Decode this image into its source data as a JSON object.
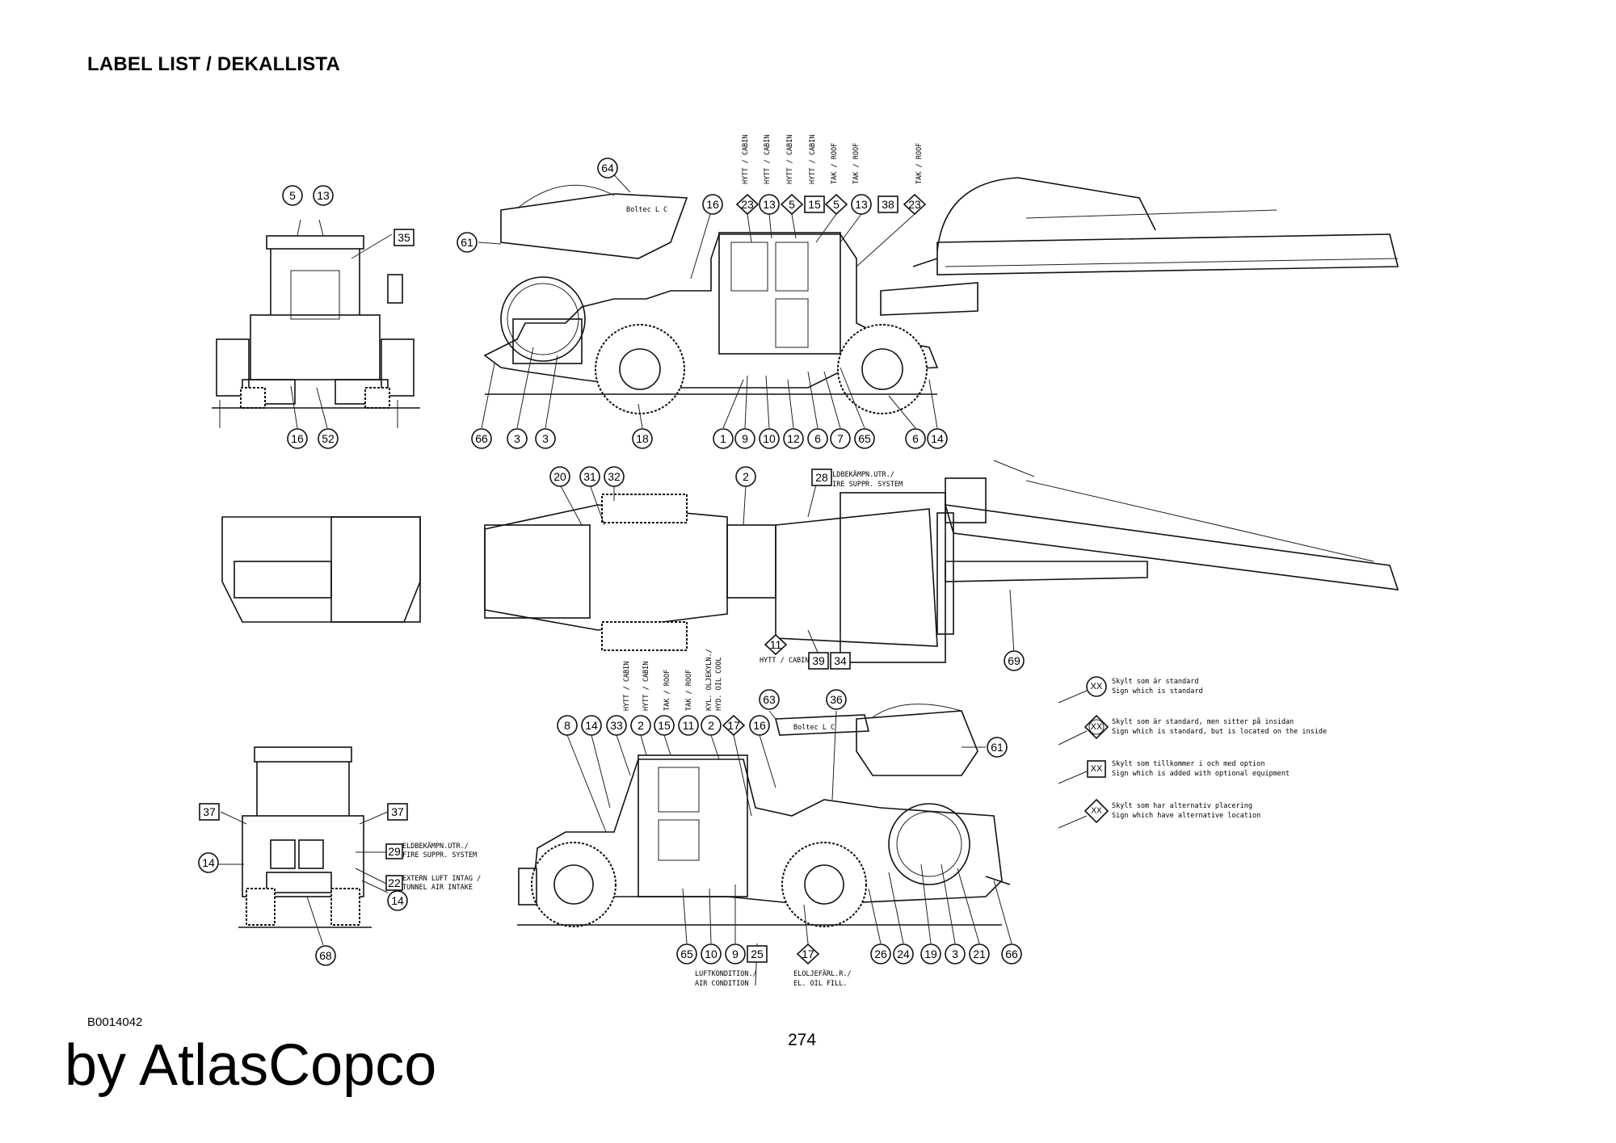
{
  "header": {
    "title": "LABEL LIST / DEKALLISTA"
  },
  "footer": {
    "drawing_id": "B0014042",
    "brand": "by AtlasCopco",
    "page_number": "274"
  },
  "drawing": {
    "machine_labels": {
      "side_top": "Boltec L C",
      "side_bottom": "Boltec L C"
    },
    "callouts_side_view": [
      "5",
      "13",
      "35",
      "16",
      "52",
      "64",
      "61",
      "16",
      "23",
      "13",
      "5",
      "15",
      "5",
      "13",
      "38",
      "23",
      "66",
      "3",
      "3",
      "18",
      "1",
      "9",
      "10",
      "12",
      "6",
      "7",
      "65",
      "6",
      "14"
    ],
    "vertical_labels_top": [
      "HYTT / CABIN",
      "HYTT / CABIN",
      "HYTT / CABIN",
      "HYTT / CABIN",
      "TAK / ROOF",
      "TAK / ROOF",
      "TAK / ROOF"
    ],
    "callouts_plan_view": [
      "20",
      "31",
      "32",
      "2",
      "28",
      "11",
      "39",
      "34",
      "69"
    ],
    "plan_label_28": [
      "ELDBEKÄMPN.UTR./",
      "FIRE SUPPR. SYSTEM"
    ],
    "plan_label_11": "HYTT / CABIN",
    "callouts_bottom_view": [
      "8",
      "14",
      "33",
      "2",
      "15",
      "11",
      "2",
      "17",
      "16",
      "63",
      "36",
      "61",
      "37",
      "37",
      "29",
      "22",
      "14",
      "14",
      "68",
      "65",
      "10",
      "9",
      "25",
      "17",
      "26",
      "24",
      "19",
      "3",
      "21",
      "66"
    ],
    "vertical_labels_bottom": [
      "HYTT / CABIN",
      "HYTT / CABIN",
      "TAK / ROOF",
      "TAK / ROOF",
      "KYL. OLJEKYLN./",
      "HYD. OIL COOL"
    ],
    "rear_labels": {
      "29": [
        "ELDBEKÄMPN.UTR./",
        "FIRE SUPPR. SYSTEM"
      ],
      "22": [
        "EXTERN LUFT INTAG /",
        "TUNNEL AIR INTAKE"
      ]
    },
    "bottom_labels": {
      "25": [
        "LUFTKONDITION./",
        "AIR CONDITION"
      ],
      "17": [
        "ELOLJEFÄRL.R./",
        "EL. OIL FILL."
      ]
    },
    "legend": [
      {
        "symbol": "XX",
        "shape": "circle",
        "line1": "Skylt som är standard",
        "line2": "Sign which is standard"
      },
      {
        "symbol": "XX",
        "shape": "diamond-circle",
        "line1": "Skylt som är standard, men sitter på insidan",
        "line2": "Sign which is standard, but is located on the inside"
      },
      {
        "symbol": "XX",
        "shape": "square",
        "line1": "Skylt som tillkommer i och med option",
        "line2": "Sign which is added with optional equipment"
      },
      {
        "symbol": "XX",
        "shape": "diamond",
        "line1": "Skylt som har alternativ placering",
        "line2": "Sign which have alternative location"
      }
    ]
  }
}
